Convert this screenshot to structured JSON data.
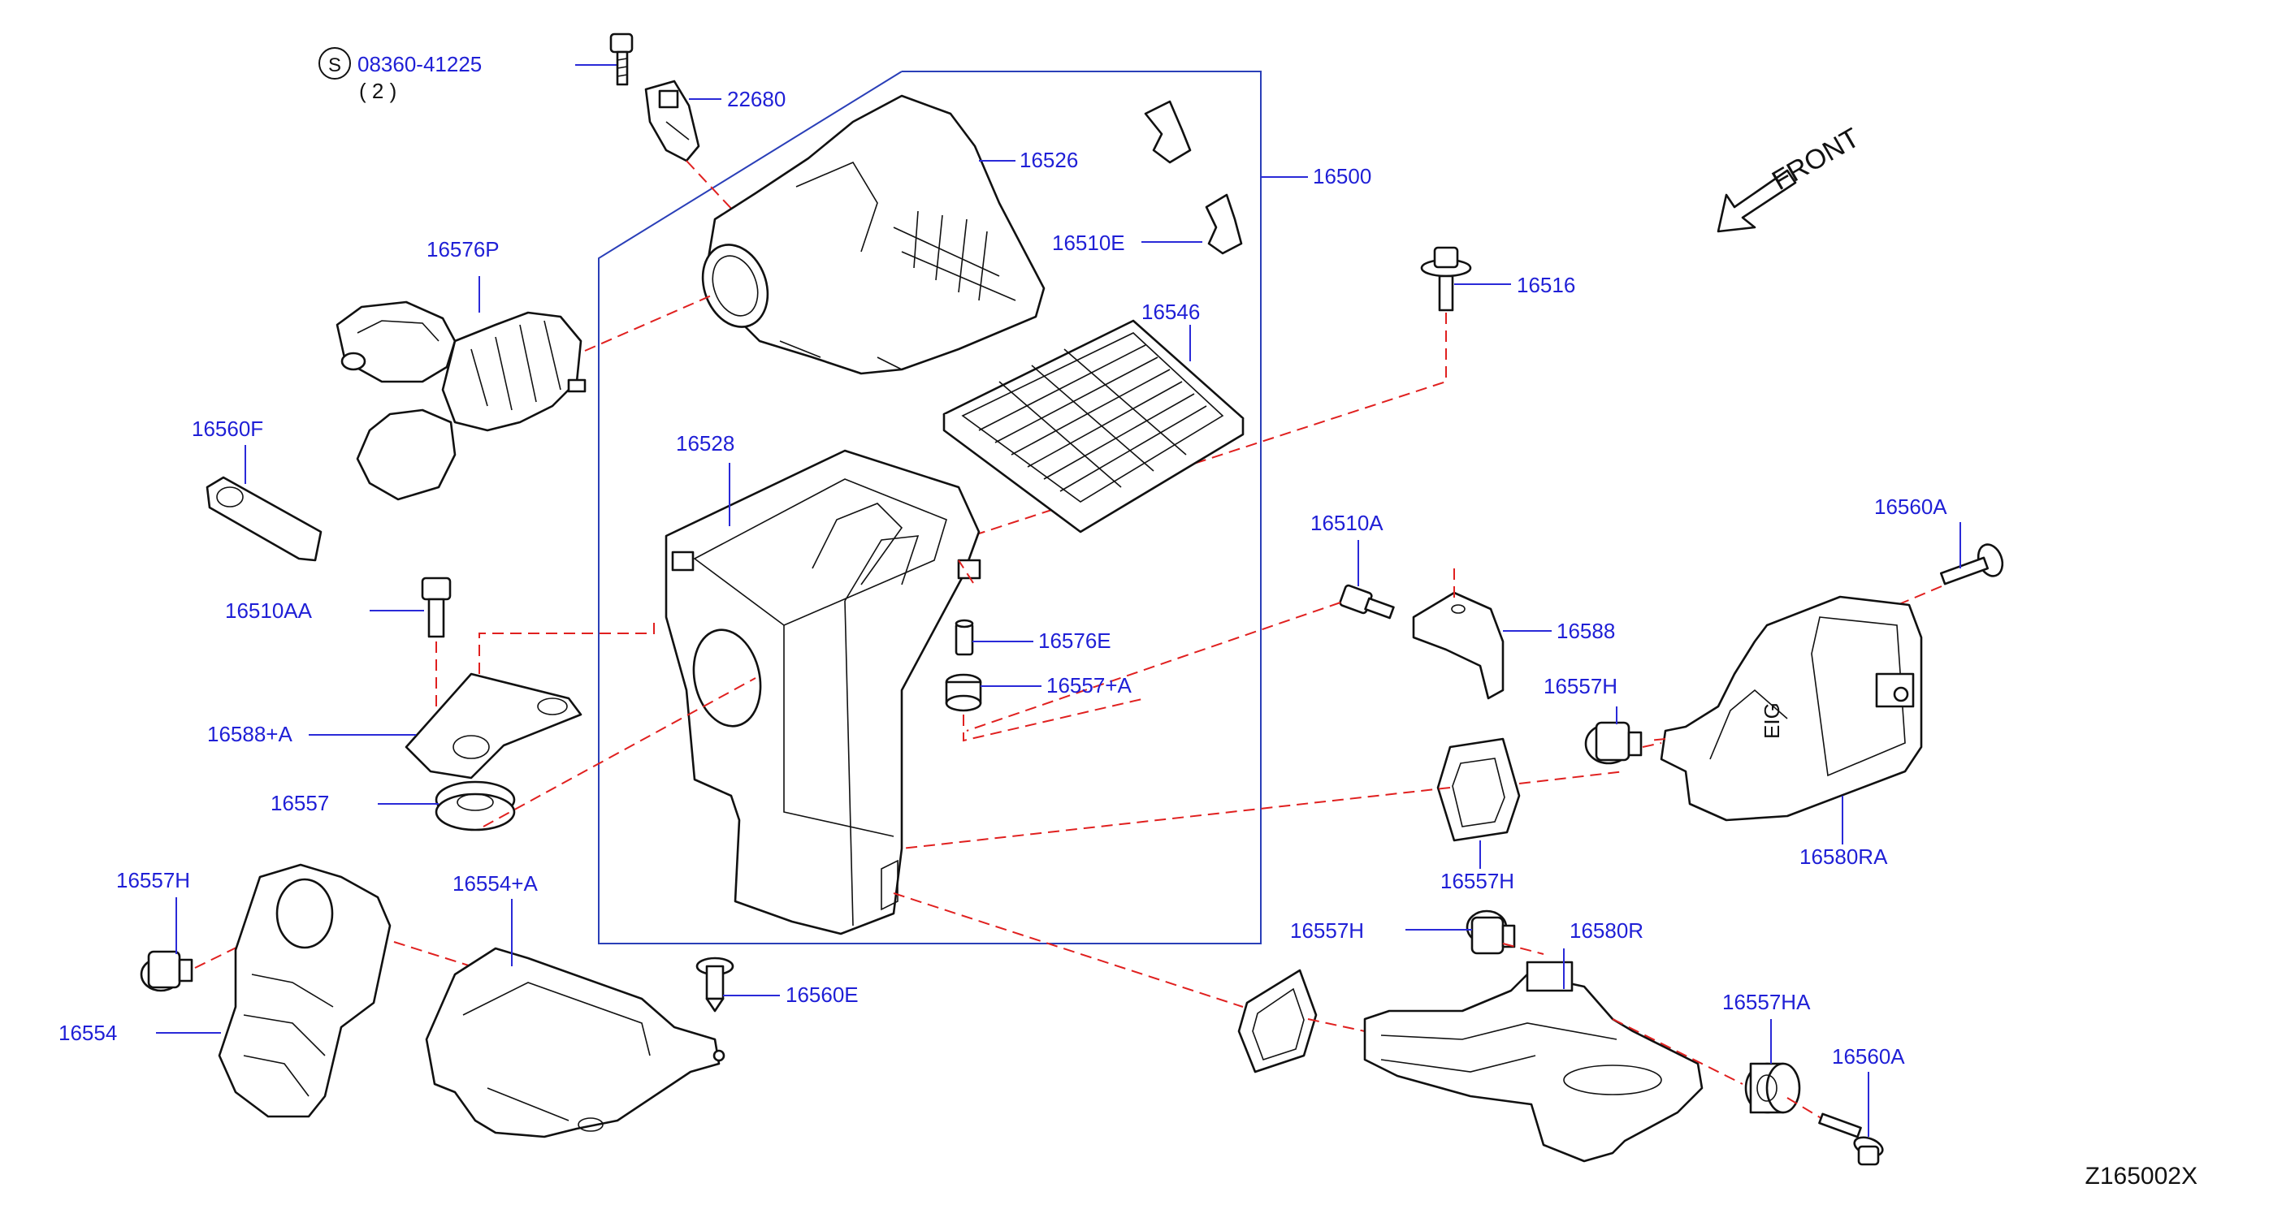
{
  "diagram_ref": "Z165002X",
  "direction_label": "FRONT",
  "screw_note": {
    "symbol": "S",
    "part_no": "08360-41225",
    "qty": "( 2 )"
  },
  "labels": [
    "22680",
    "16526",
    "16500",
    "16510E",
    "16576P",
    "16516",
    "16546",
    "16560F",
    "16528",
    "16510AA",
    "16576E",
    "16557+A",
    "16510A",
    "16588",
    "16560A",
    "16588+A",
    "16557H",
    "16557",
    "16580RA",
    "16557H",
    "16554+A",
    "16557H",
    "16580R",
    "16560E",
    "16557HA",
    "16554",
    "16560A"
  ]
}
